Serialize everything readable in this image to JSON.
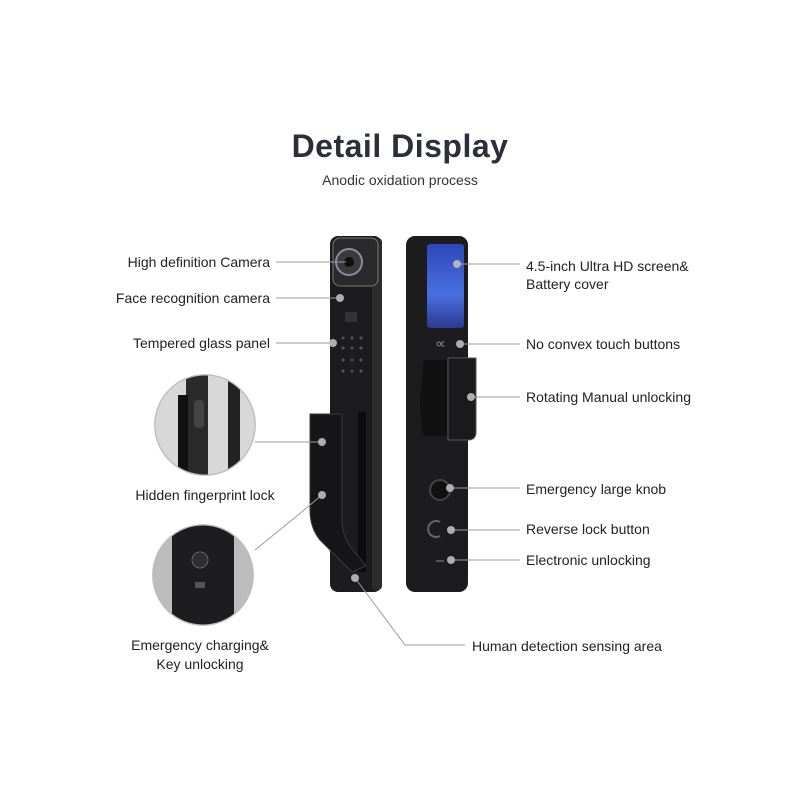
{
  "title": "Detail Display",
  "subtitle": "Anodic oxidation process",
  "left_labels": {
    "camera": "High definition Camera",
    "face": "Face recognition camera",
    "glass": "Tempered glass panel",
    "fingerprint": "Hidden fingerprint lock",
    "charging_1": "Emergency charging&",
    "charging_2": "Key unlocking"
  },
  "right_labels": {
    "screen_1": "4.5-inch Ultra HD screen&",
    "screen_2": "Battery cover",
    "touch": "No convex touch buttons",
    "rotating": "Rotating Manual unlocking",
    "knob": "Emergency large knob",
    "reverse": "Reverse lock button",
    "electronic": "Electronic unlocking",
    "human": "Human detection sensing area"
  },
  "colors": {
    "lock_body": "#1c1c1e",
    "screen": "#3a5bd0",
    "line": "#9a9a9a"
  }
}
